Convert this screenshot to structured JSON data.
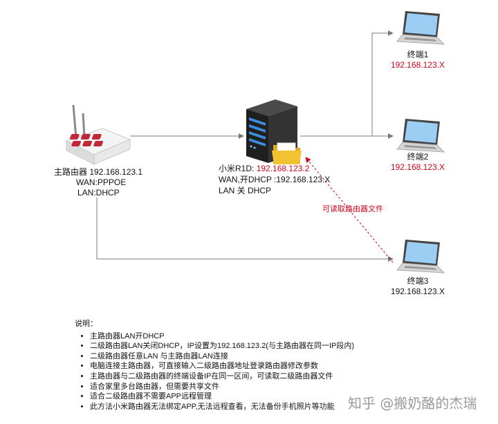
{
  "main_router": {
    "name": "主路由器 192.168.123.1",
    "wan": "WAN:PPPOE",
    "lan": "LAN:DHCP"
  },
  "secondary_router": {
    "name_prefix": "小米R1D: ",
    "ip": "192.168.123.2",
    "wan": "WAN,开DHCP :192.168.123.X",
    "lan": "LAN 关 DHCP"
  },
  "terminals": [
    {
      "name": "终端1",
      "ip": "192.168.123.X"
    },
    {
      "name": "终端2",
      "ip": "192.168.123.X"
    },
    {
      "name": "终端3",
      "ip": "192.168.123.X"
    }
  ],
  "read_link_label": "可读取路由器文件",
  "notes": {
    "title": "说明：",
    "items": [
      "主路由器LAN开DHCP",
      "二级路由器LAN关闭DHCP，IP设置为192.168.123.2(与主路由器在同一IP段内)",
      "二级路由器任意LAN 与主路由器LAN连接",
      "电脑连接主路由器，可直接输入二级路由器地址登录路由器修改参数",
      "主路由器与二级路由器的终端设备IP在同一区间，可读取二级路由器文件",
      "适合家里多台路由器，但需要共享文件",
      "适合二级路由器不需要APP远程管理",
      "此方法小米路由器无法绑定APP,无法远程查看，无法备份手机照片等功能"
    ]
  },
  "watermark": "知乎 @搬奶酪的杰瑞",
  "colors": {
    "line": "#7a7a7a",
    "accent_red": "#d0021b",
    "router_logo": "#c0283a",
    "server_body": "#2a2a2a",
    "server_led": "#3b8ede",
    "folder": "#f2c230"
  }
}
